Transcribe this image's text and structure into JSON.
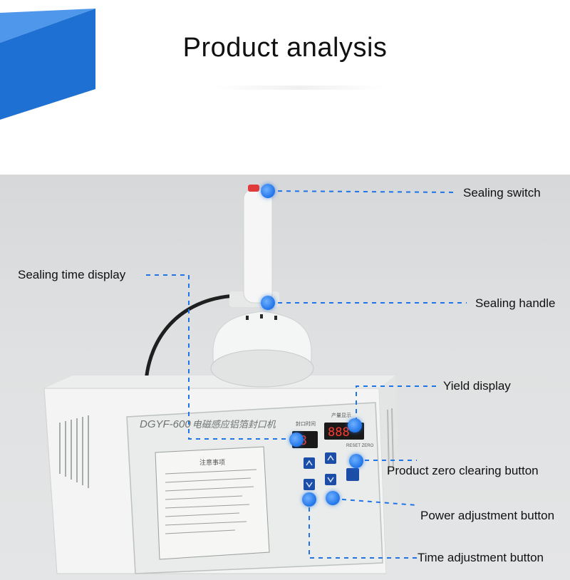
{
  "page": {
    "title": "Product analysis"
  },
  "machine": {
    "model": "DGYF-600",
    "brand_text": "电磁感应铝箔封口机",
    "panel_heading": "注意事项",
    "sealing_time_label": "封口时间",
    "yield_label": "产量显示",
    "reset_label": "RESET ZERO",
    "time_display_value": "8",
    "yield_display_value": "888"
  },
  "callouts": {
    "sealing_switch": "Sealing switch",
    "sealing_time_display": "Sealing time display",
    "sealing_handle": "Sealing handle",
    "yield_display": "Yield display",
    "product_zero_clearing_button": "Product zero clearing button",
    "power_adjustment_button": "Power adjustment button",
    "time_adjustment_button": "Time adjustment button"
  },
  "colors": {
    "accent_blue": "#1f74e8",
    "logo_blue": "#1a6fd6",
    "logo_light": "#3b8ff0"
  }
}
